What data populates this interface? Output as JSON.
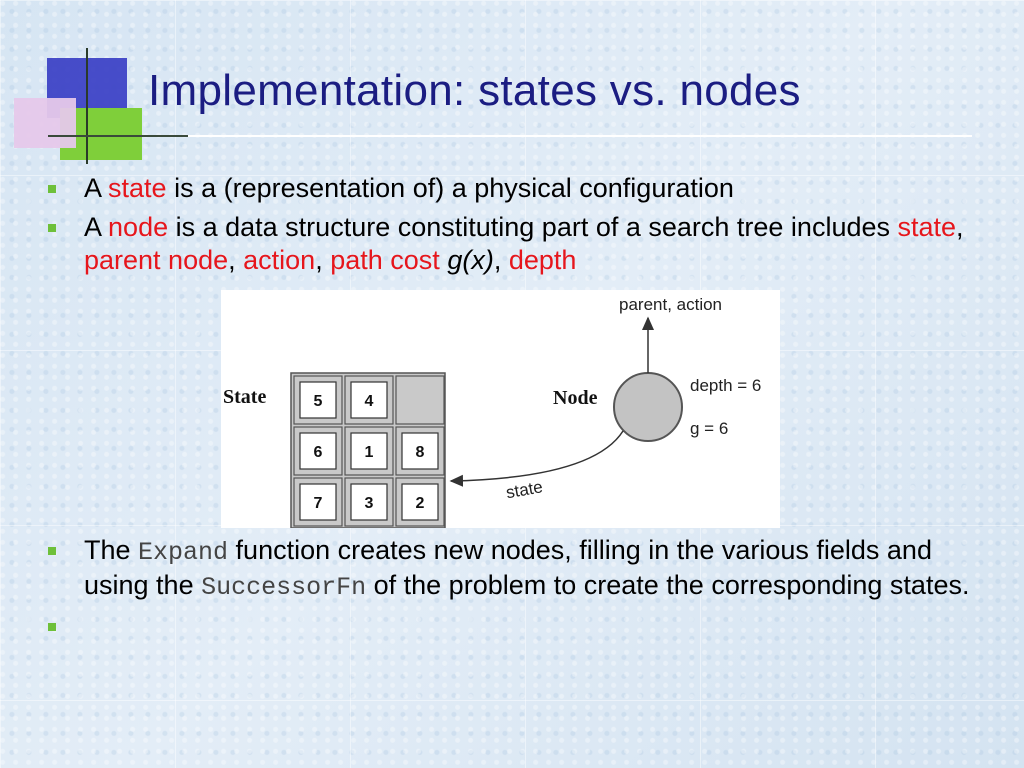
{
  "title": "Implementation: states vs. nodes",
  "colors": {
    "title": "#1b1d82",
    "highlight": "#e6161c",
    "bullet": "#6ec03a"
  },
  "bullets": {
    "b1": {
      "pre": "A ",
      "hl": "state",
      "post": " is a (representation of) a physical configuration"
    },
    "b2": {
      "pre": "A ",
      "hl": "node",
      "post": " is a data structure constituting part of a search tree includes ",
      "f_state": "state",
      "sep1": ", ",
      "f_parent": "parent node",
      "sep2": ", ",
      "f_action": "action",
      "sep3": ", ",
      "f_path": "path cost",
      "sp": " ",
      "f_g": "g(x)",
      "sep4": ", ",
      "f_depth": "depth"
    },
    "b3": {
      "pre": "The ",
      "code1": "Expand",
      "mid": " function creates new nodes, filling in the various fields and using the ",
      "code2": "SuccessorFn",
      "post": " of the problem to create the corresponding states."
    }
  },
  "diagram": {
    "state_label": "State",
    "node_label": "Node",
    "grid": [
      [
        "5",
        "4",
        ""
      ],
      [
        "6",
        "1",
        "8"
      ],
      [
        "7",
        "3",
        "2"
      ]
    ],
    "parent_label": "parent, action",
    "depth_label": "depth = 6",
    "g_label": "g = 6",
    "state_arrow_label": "state"
  }
}
